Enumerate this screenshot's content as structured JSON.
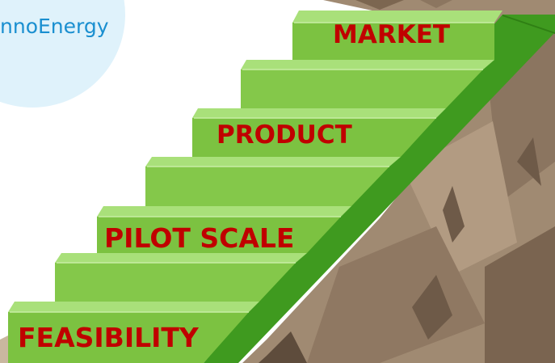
{
  "brand": {
    "name": "nnoEnergy"
  },
  "stairs": {
    "labels": [
      "MARKET",
      "PRODUCT",
      "PILOT SCALE",
      "FEASIBILITY"
    ],
    "label_color": "#c00000",
    "step_top_color": "#92d050",
    "step_riser_color": "#7cc241",
    "step_side_color": "#3f9a1f"
  },
  "colors": {
    "rock": "#a08a72",
    "rock_dark": "#6e5a48",
    "badge_bg": "#dff2fb",
    "brand_text": "#1a8fd0"
  }
}
